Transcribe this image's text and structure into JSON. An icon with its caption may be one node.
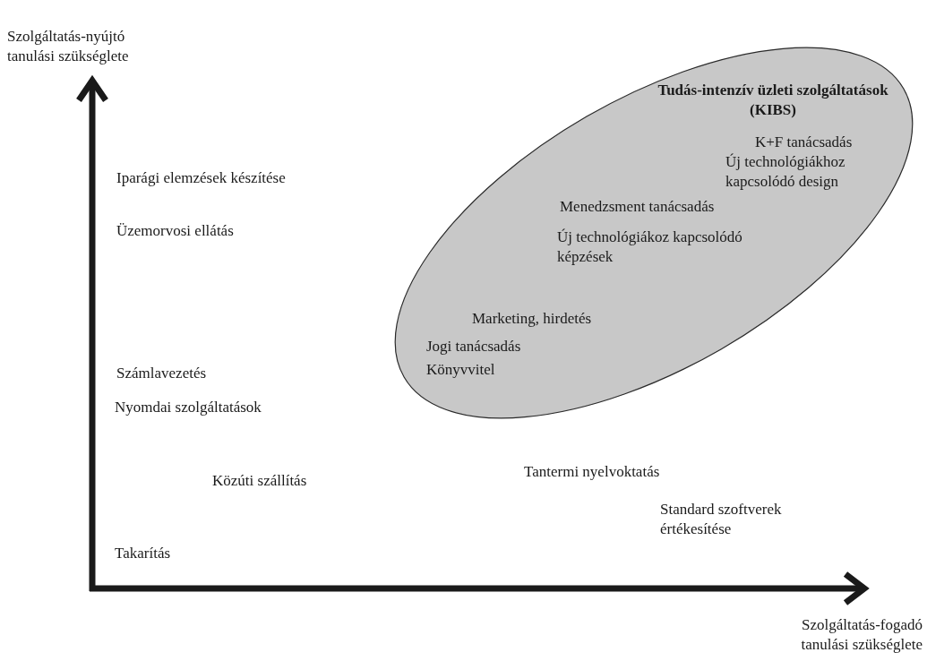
{
  "diagram": {
    "nodes": [
      {
        "text": [
          "Tudás-intenzív üzleti szolgáltatások (KIBS)",
          "K+F tanácsadás",
          "Új technológiákhoz kapcsolódó design",
          "Menedzsment tanácsadás",
          "Új technológiákoz kapcsolódó képzések",
          "Marketing, hirdetés",
          "Jogi tanácsadás",
          "Könyvvitel"
        ]
      }
    ],
    "edges": [],
    "labels": [
      "Szolgáltatás-nyújtó tanulási szükséglete",
      "Iparági elemzések készítése",
      "Üzemorvosi ellátás",
      "Számlavezetés",
      "Nyomdai szolgáltatások",
      "Tantermi nyelvoktatás",
      "Közúti szállítás",
      "Standard szoftverek értékesítése",
      "Takarítás",
      "Szolgáltatás-fogadó tanulási szükséglete"
    ]
  }
}
